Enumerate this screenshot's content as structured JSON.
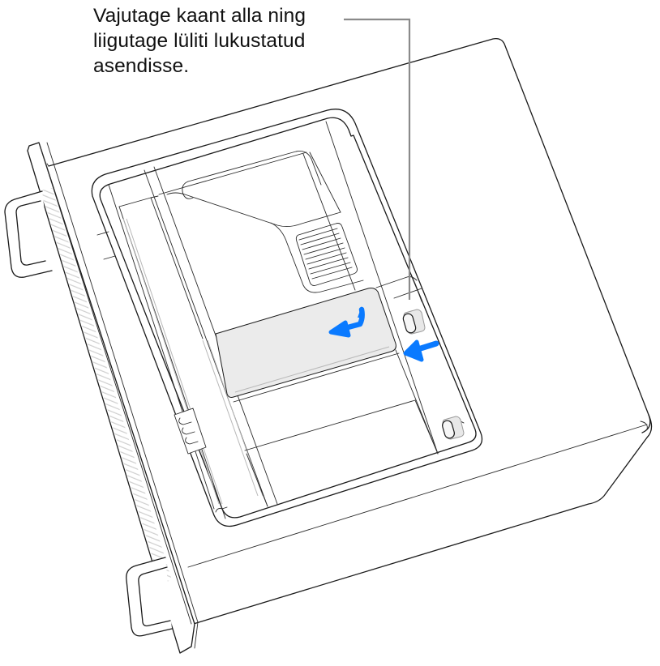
{
  "figure": {
    "type": "instructional-illustration",
    "subject": "Mac Pro (rack) with top cover removed, SSD module highlighted",
    "callout": {
      "lines": [
        "Vajutage kaant alla ning",
        "liigutage lüliti lukustatud",
        "asendisse."
      ]
    },
    "colors": {
      "line": "#1a1a1a",
      "leader_line": "#8a8a8a",
      "highlight_fill": "#ebebeb",
      "arrow": "#0a7aff",
      "vent_pattern": "#d0d0d0",
      "background": "#ffffff"
    },
    "annotations": [
      {
        "id": "arrow-press-down",
        "icon": "curved-arrow-down-left",
        "meaning": "press cover down"
      },
      {
        "id": "arrow-slide-lock",
        "icon": "arrow-left",
        "meaning": "slide switch to locked position"
      }
    ]
  }
}
